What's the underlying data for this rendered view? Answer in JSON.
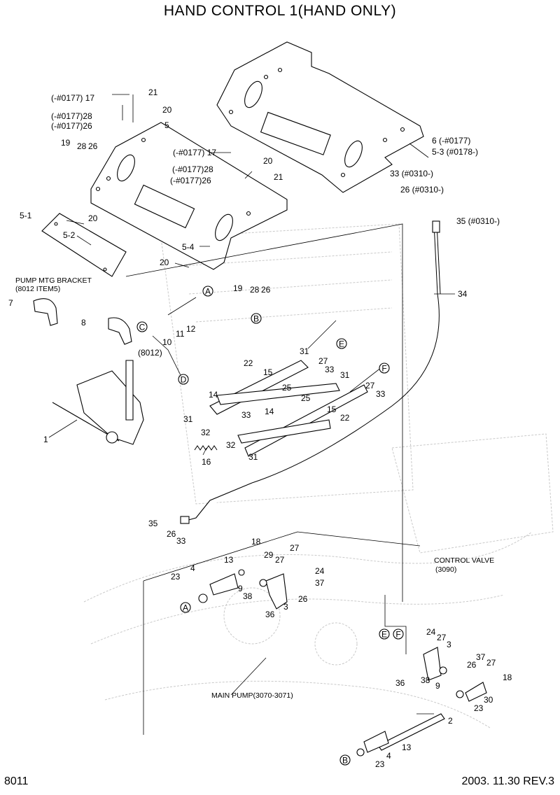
{
  "title": "HAND CONTROL 1(HAND ONLY)",
  "page_number": "8011",
  "date_rev": "2003. 11.30  REV.3",
  "notes": {
    "pump_mtg": "PUMP MTG BRACKET",
    "pump_mtg_sub": "(8012 ITEM5)",
    "control_valve": "CONTROL VALVE",
    "control_valve_ref": "(3090)",
    "main_pump": "MAIN PUMP(3070-3071)",
    "ref_8012": "(8012)"
  },
  "callouts": {
    "c_A1": "A",
    "c_B1": "B",
    "c_C": "C",
    "c_D": "D",
    "c_E1": "E",
    "c_F1": "F",
    "c_A2": "A",
    "c_E2": "E",
    "c_F2": "F",
    "c_B2": "B"
  },
  "labels": {
    "l_n0177_17": "(-#0177) 17",
    "l_21a": "21",
    "l_20a": "20",
    "l_n0177_28": "(-#0177)28",
    "l_n0177_26": "(-#0177)26",
    "l_5": "5",
    "l_19a": "19",
    "l_28a": "28",
    "l_26a": "26",
    "l_m0177_17": "(-#0177) 17",
    "l_20b": "20",
    "l_m0177_28": "(-#0177)28",
    "l_m0177_26": "(-#0177)26",
    "l_21b": "21",
    "l_6": "6 (-#0177)",
    "l_53": "5-3 (#0178-)",
    "l_33a": "33 (#0310-)",
    "l_26b": "26 (#0310-)",
    "l_35a": "35 (#0310-)",
    "l_51": "5-1",
    "l_52": "5-2",
    "l_20c": "20",
    "l_54": "5-4",
    "l_20d": "20",
    "l_19b": "19",
    "l_28b": "28",
    "l_26c": "26",
    "l_34": "34",
    "l_7": "7",
    "l_8": "8",
    "l_10": "10",
    "l_11": "11",
    "l_12": "12",
    "l_31a": "31",
    "l_22a": "22",
    "l_15a": "15",
    "l_27a": "27",
    "l_33b": "33",
    "l_31b": "31",
    "l_14a": "14",
    "l_25a": "25",
    "l_27b": "27",
    "l_33c": "33",
    "l_31c": "31",
    "l_32a": "32",
    "l_33d": "33",
    "l_25b": "25",
    "l_15b": "15",
    "l_14b": "14",
    "l_22b": "22",
    "l_32b": "32",
    "l_31d": "31",
    "l_1": "1",
    "l_16": "16",
    "l_35b": "35",
    "l_26d": "26",
    "l_33e": "33",
    "l_18a": "18",
    "l_27c": "27",
    "l_29": "29",
    "l_27d": "27",
    "l_4a": "4",
    "l_13a": "13",
    "l_24a": "24",
    "l_23a": "23",
    "l_37a": "37",
    "l_9a": "9",
    "l_38a": "38",
    "l_26e": "26",
    "l_3a": "3",
    "l_36a": "36",
    "l_24b": "24",
    "l_27e": "27",
    "l_3b": "3",
    "l_37b": "37",
    "l_26f": "26",
    "l_27f": "27",
    "l_36b": "36",
    "l_38b": "38",
    "l_9b": "9",
    "l_18b": "18",
    "l_30": "30",
    "l_23b": "23",
    "l_2": "2",
    "l_13b": "13",
    "l_4b": "4",
    "l_23c": "23"
  }
}
